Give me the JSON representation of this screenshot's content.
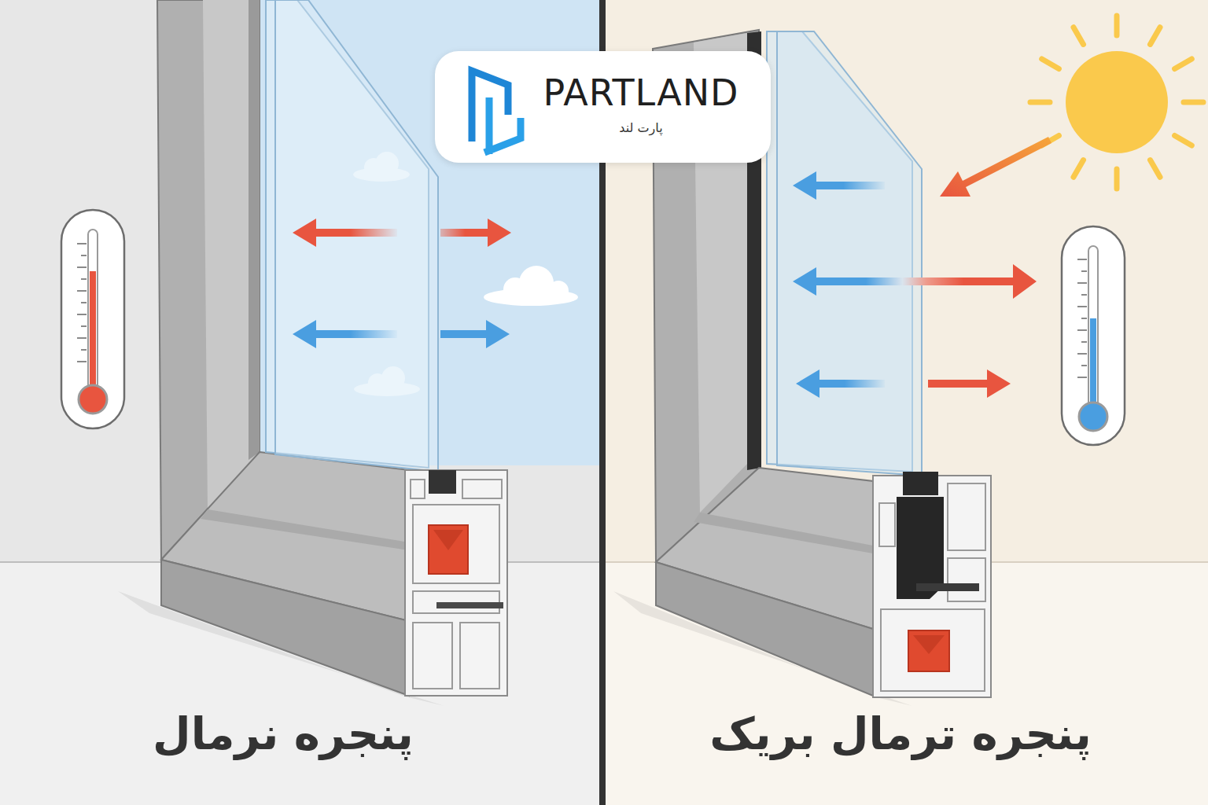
{
  "diagram": {
    "nodes": [
      {
        "text": [
          "پنجره نرمال"
        ]
      },
      {
        "text": [
          "پنجره ترمال بریک"
        ]
      },
      {
        "text": [
          "PARTLAND",
          "پارت لند"
        ]
      }
    ]
  }
}
